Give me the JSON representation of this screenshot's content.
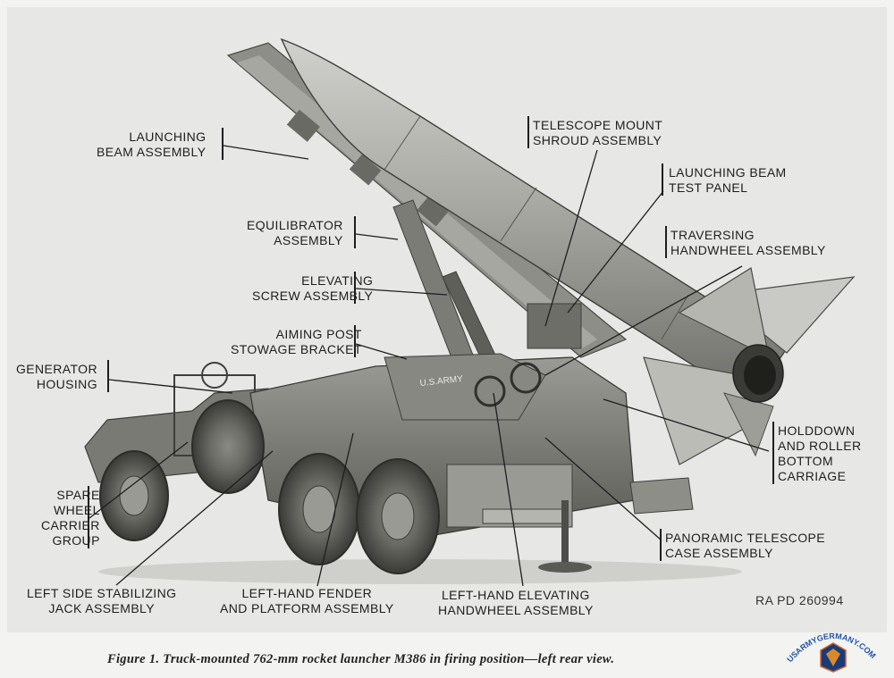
{
  "labels": {
    "launching_beam": [
      "LAUNCHING",
      "BEAM ASSEMBLY"
    ],
    "equilibrator": [
      "EQUILIBRATOR",
      "ASSEMBLY"
    ],
    "elevating_screw": [
      "ELEVATING",
      "SCREW ASSEMBLY"
    ],
    "aiming_post": [
      "AIMING POST",
      "STOWAGE BRACKET"
    ],
    "generator": [
      "GENERATOR",
      "HOUSING"
    ],
    "spare_wheel": [
      "SPARE",
      "WHEEL",
      "CARRIER",
      "GROUP"
    ],
    "stabilizing_jack": [
      "LEFT SIDE STABILIZING",
      "JACK ASSEMBLY"
    ],
    "fender": [
      "LEFT-HAND FENDER",
      "AND PLATFORM ASSEMBLY"
    ],
    "elev_handwheel": [
      "LEFT-HAND ELEVATING",
      "HANDWHEEL ASSEMBLY"
    ],
    "panoramic": [
      "PANORAMIC TELESCOPE",
      "CASE ASSEMBLY"
    ],
    "holddown": [
      "HOLDDOWN",
      "AND ROLLER",
      "BOTTOM",
      "CARRIAGE"
    ],
    "traversing": [
      "TRAVERSING",
      "HANDWHEEL ASSEMBLY"
    ],
    "test_panel": [
      "LAUNCHING BEAM",
      "TEST PANEL"
    ],
    "telescope_mount": [
      "TELESCOPE MOUNT",
      "SHROUD ASSEMBLY"
    ]
  },
  "vehicle_marking": "U.S.ARMY",
  "ref_number": "RA PD 260994",
  "caption": "Figure 1.  Truck-mounted 762-mm rocket launcher M386 in firing position—left rear view.",
  "watermark": "USARMYGERMANY.COM"
}
